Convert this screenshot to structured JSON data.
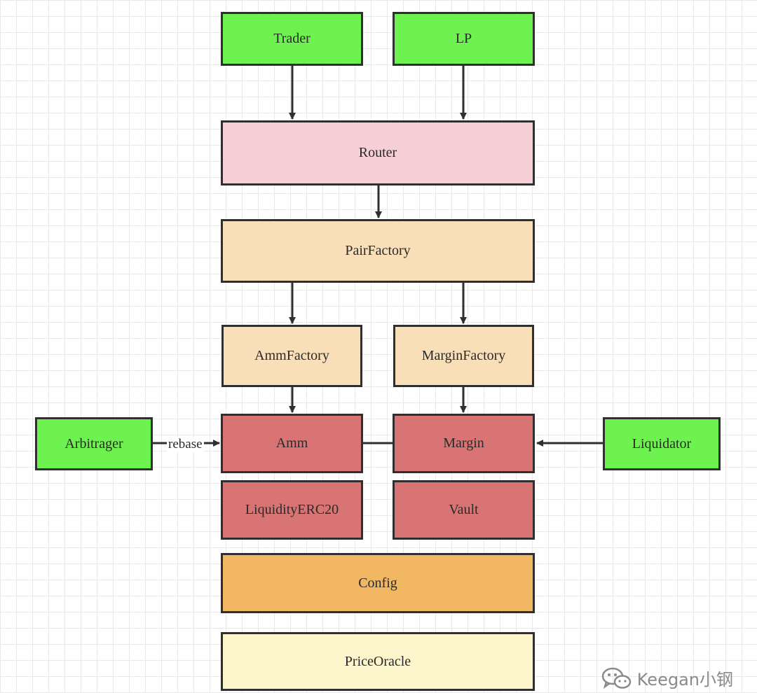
{
  "nodes": {
    "trader": "Trader",
    "lp": "LP",
    "router": "Router",
    "pair_factory": "PairFactory",
    "amm_factory": "AmmFactory",
    "margin_factory": "MarginFactory",
    "arbitrager": "Arbitrager",
    "amm": "Amm",
    "margin": "Margin",
    "liquidator": "Liquidator",
    "liquidity_erc20": "LiquidityERC20",
    "vault": "Vault",
    "config": "Config",
    "price_oracle": "PriceOracle"
  },
  "edge_labels": {
    "rebase": "rebase"
  },
  "watermark": {
    "text": "Keegan小钢",
    "icon": "wechat-icon"
  },
  "colors": {
    "actor": "#6ef24f",
    "router": "#f6cfd6",
    "factory": "#f9dfb8",
    "core": "#d97474",
    "config": "#f2b762",
    "oracle": "#fdf5cc"
  }
}
